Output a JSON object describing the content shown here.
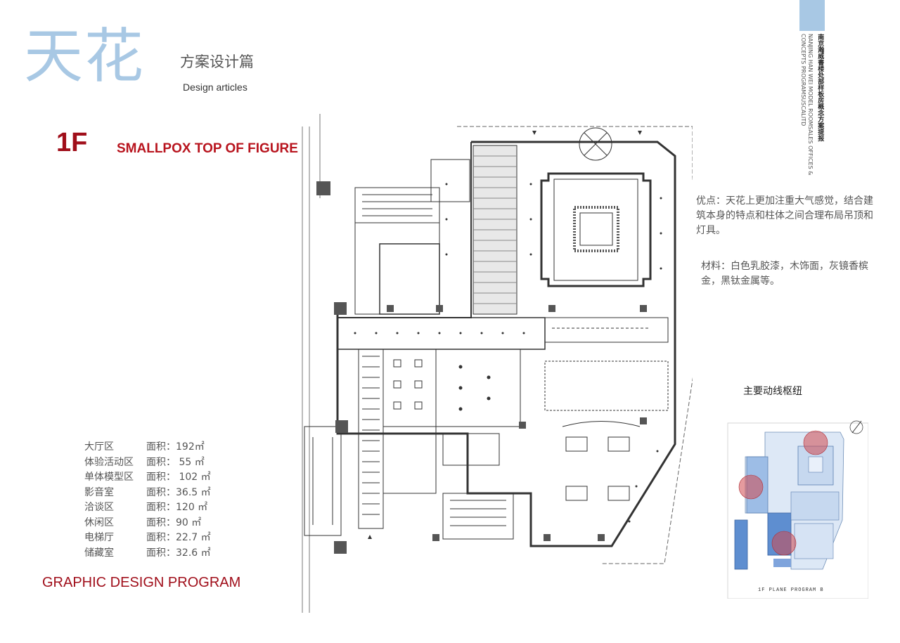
{
  "title": {
    "main": "天花",
    "subtitle_cn": "方案设计篇",
    "subtitle_en": "Design articles"
  },
  "floor": "1F",
  "section_title": "SMALLPOX TOP OF FIGURE",
  "side_project": {
    "cn": "南京瀚威書楼处部样板房概念方案提报",
    "en_line1": "NANJING HAN WEI MODEL ROOMSALES OFFICES &",
    "en_line2": "CONCEPTS PROGRAMSUSCALITD"
  },
  "advantages": "优点：天花上更加注重大气感觉，结合建筑本身的特点和柱体之间合理布局吊顶和灯具。",
  "materials": "材料：白色乳胶漆，木饰面，灰镜香槟金，黑钛金属等。",
  "hub_label": "主要动线枢纽",
  "areas": [
    {
      "name": "大厅区",
      "value": "面积：192㎡"
    },
    {
      "name": "体验活动区",
      "value": "面积： 55 ㎡"
    },
    {
      "name": "单体模型区",
      "value": "面积： 102 ㎡"
    },
    {
      "name": "影音室",
      "value": "面积：36.5 ㎡"
    },
    {
      "name": "洽谈区",
      "value": "面积：120 ㎡"
    },
    {
      "name": "休闲区",
      "value": "面积：90 ㎡"
    },
    {
      "name": "电梯厅",
      "value": "面积：22.7 ㎡"
    },
    {
      "name": "储藏室",
      "value": "面积：32.6 ㎡"
    }
  ],
  "footer": "GRAPHIC DESIGN PROGRAM",
  "mini_caption": "1F    PLANE PROGRAM    B",
  "colors": {
    "title_blue": "#a8c8e4",
    "accent_red": "#a00e1a",
    "hub_circle": "#d0494f",
    "mini_blue": "#6f9fd8"
  }
}
